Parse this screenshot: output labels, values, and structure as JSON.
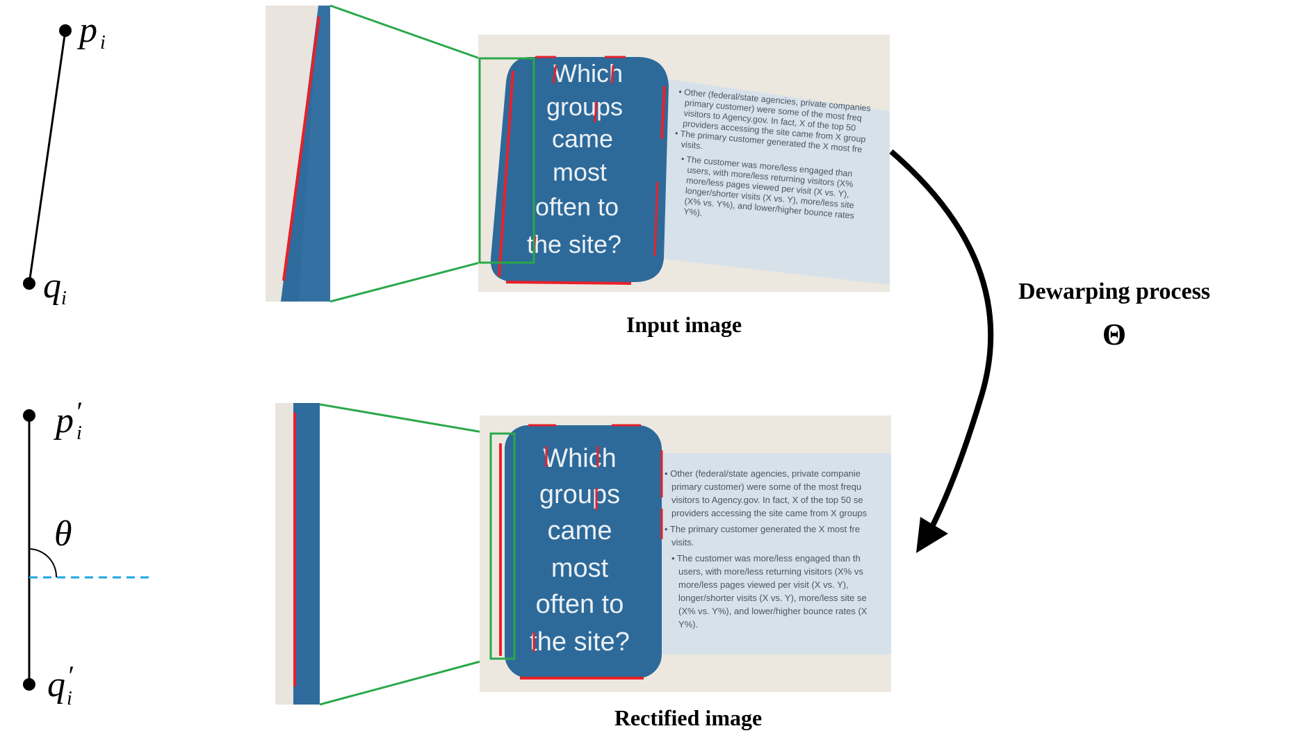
{
  "left_diagram": {
    "top": {
      "p_label": "p",
      "p_sub": "i",
      "q_label": "q",
      "q_sub": "i"
    },
    "bottom": {
      "p_label": "p",
      "p_prime": "′",
      "p_sub": "i",
      "q_label": "q",
      "q_prime": "′",
      "q_sub": "i",
      "angle_label": "θ"
    }
  },
  "input_panel": {
    "caption": "Input image",
    "card_lines": [
      "Which",
      "groups",
      "came",
      "most",
      "often to",
      "the site?"
    ],
    "text_lines": [
      "• Other (federal/state agencies, private companies",
      "primary customer) were some of the most freq",
      "visitors to Agency.gov.  In fact, X of the top 50",
      "providers accessing the site came from X group",
      "• The primary customer generated the X most fre",
      "visits.",
      "• The customer was more/less engaged than",
      "users, with more/less returning visitors (X%",
      "more/less pages viewed per visit (X vs. Y),",
      "longer/shorter visits (X vs. Y), more/less site",
      "(X% vs. Y%), and lower/higher bounce rates",
      "Y%)."
    ]
  },
  "rectified_panel": {
    "caption": "Rectified image",
    "card_lines": [
      "Which",
      "groups",
      "came",
      "most",
      "often to",
      "the site?"
    ],
    "text_lines": [
      "• Other (federal/state agencies, private companie",
      "primary customer) were some of the most frequ",
      "visitors to Agency.gov.  In fact, X of the top 50 se",
      "providers accessing the site came from X groups",
      "• The primary customer generated the X most fre",
      "visits.",
      "• The customer was more/less engaged than th",
      "users, with more/less returning visitors (X% vs",
      "more/less pages viewed per visit (X vs. Y),",
      "longer/shorter visits (X vs. Y), more/less site se",
      "(X% vs. Y%), and lower/higher bounce rates (X",
      "Y%)."
    ]
  },
  "process": {
    "label": "Dewarping process",
    "symbol": "Θ"
  },
  "colors": {
    "card_blue": "#2d6a9a",
    "paper": "#ece8e0",
    "text_strip": "#d9e3ea",
    "highlight_red": "#e8202a",
    "zoom_green": "#2aa84a",
    "dashed_blue": "#1ea6e0",
    "ink": "#000000"
  }
}
